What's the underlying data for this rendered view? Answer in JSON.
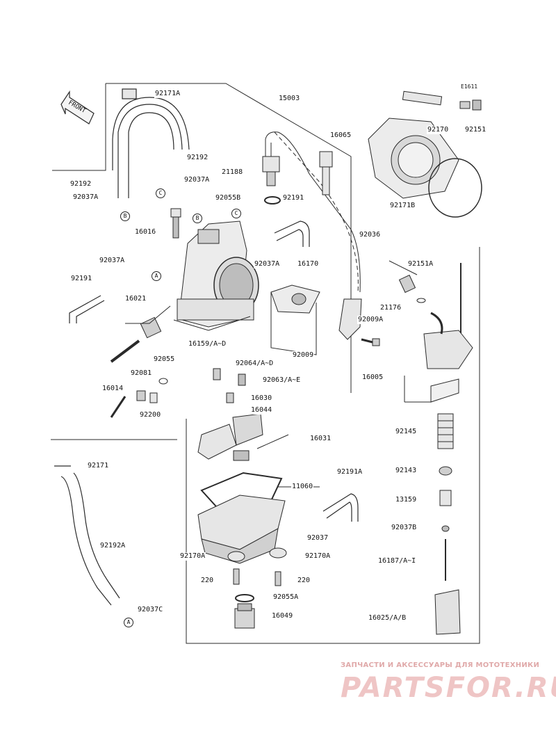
{
  "diagram": {
    "ref_code": "E1611",
    "front_label": "FRONT",
    "part_labels": {
      "p92171A": "92171A",
      "p15003": "15003",
      "p16065": "16065",
      "p92192_a": "92192",
      "p92192_b": "92192",
      "p92037A_a": "92037A",
      "p92037A_b": "92037A",
      "p21188": "21188",
      "p92055B": "92055B",
      "p92191_a": "92191",
      "p16016": "16016",
      "p92037A_c": "92037A",
      "p16170": "16170",
      "p92037A_d": "92037A",
      "p92191_b": "92191",
      "p16021": "16021",
      "p21176": "21176",
      "p92009A": "92009A",
      "p16159": "16159/A~D",
      "p92009": "92009",
      "p92055": "92055",
      "p92064": "92064/A~D",
      "p92081": "92081",
      "p92063": "92063/A~E",
      "p16014": "16014",
      "p16030": "16030",
      "p92200": "92200",
      "p16044": "16044",
      "p16031": "16031",
      "p92170": "92170",
      "p92151": "92151",
      "p92171B": "92171B",
      "p92036": "92036",
      "p92151A": "92151A",
      "p16005": "16005",
      "p92145": "92145",
      "p92143": "92143",
      "p13159": "13159",
      "p92037B": "92037B",
      "p16187": "16187/A~I",
      "p16025": "16025/A/B",
      "p92171": "92171",
      "p11060": "11060",
      "p92191A": "92191A",
      "p92037": "92037",
      "p92192A": "92192A",
      "p92170A_a": "92170A",
      "p92170A_b": "92170A",
      "p220_a": "220",
      "p220_b": "220",
      "p92055A": "92055A",
      "p92037C": "92037C",
      "p16049": "16049"
    },
    "ref_markers": {
      "A1": "A",
      "A2": "A",
      "B1": "B",
      "B2": "B",
      "C1": "C",
      "C2": "C"
    }
  },
  "watermark": {
    "subtitle": "ЗАПЧАСТИ И АКСЕССУАРЫ ДЛЯ МОТОТЕХНИКИ",
    "brand": "PARTSFOR.RU"
  },
  "colors": {
    "line": "#2a2a2a",
    "part_fill": "#e6e6e6",
    "part_dark": "#9a9a9a",
    "watermark": "#e59a9a"
  }
}
